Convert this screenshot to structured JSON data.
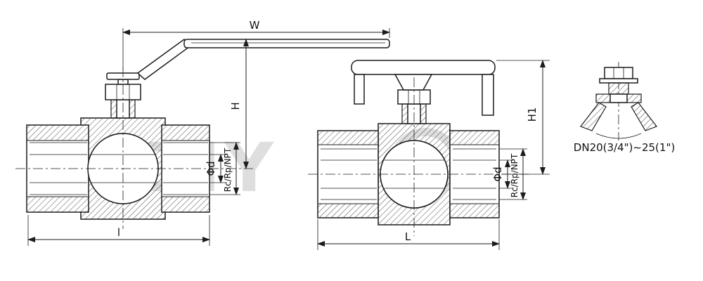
{
  "drawing": {
    "watermark_text": "DIY",
    "detail_label": "DN20(3/4\")~25(1\")"
  },
  "left_view": {
    "handle_length_label": "W",
    "height_label": "H",
    "bore_label": "Φd",
    "thread_label": "Rc/Rp/NPT",
    "length_label": "l"
  },
  "middle_view": {
    "height_label": "H1",
    "bore_label": "Φd",
    "thread_label": "Rc/Rp/NPT",
    "length_label": "L"
  },
  "colors": {
    "line": "#1c1c1c",
    "watermark": "#dedede",
    "background": "#ffffff"
  }
}
